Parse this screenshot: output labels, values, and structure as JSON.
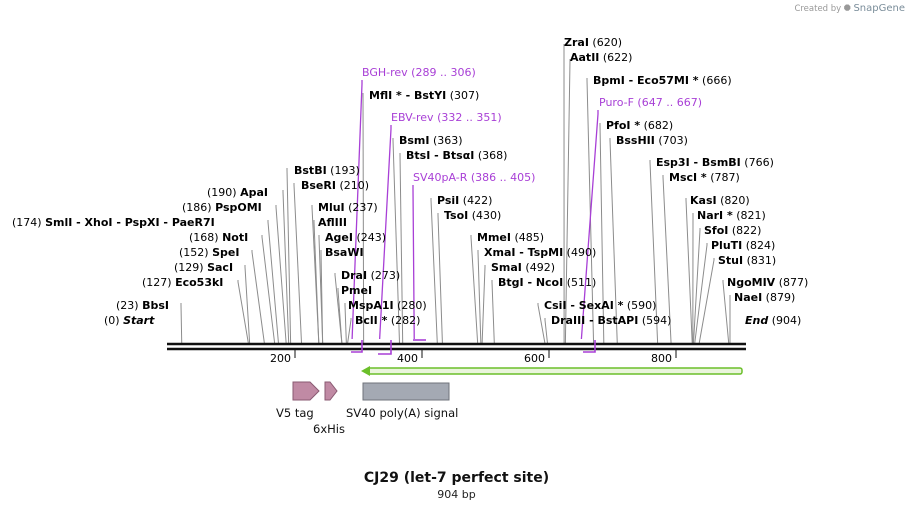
{
  "credit": {
    "prefix": "Created by",
    "brand": "SnapGene"
  },
  "plasmid": {
    "name": "CJ29 (let-7 perfect site)",
    "length_label": "904 bp",
    "length": 904
  },
  "ruler": {
    "ticks": [
      "200",
      "400",
      "600",
      "800"
    ]
  },
  "sites": [
    {
      "text": "(0)  ",
      "name": "Start",
      "em": "i",
      "value": 0
    },
    {
      "text": "(23)  ",
      "name": "BbsI",
      "value": 23
    },
    {
      "text": "(127)  ",
      "name": "Eco53kI",
      "value": 127
    },
    {
      "text": "(129)  ",
      "name": "SacI",
      "value": 129
    },
    {
      "text": "(152)  ",
      "name": "SpeI",
      "value": 152
    },
    {
      "text": "(168)  ",
      "name": "NotI",
      "value": 168
    },
    {
      "text": "(174)  ",
      "name": "SmlI  - XhoI  - PspXI  - PaeR7I",
      "value": 174
    },
    {
      "text": "(186)  ",
      "name": "PspOMI",
      "value": 186
    },
    {
      "text": "(190)  ",
      "name": "ApaI",
      "value": 190
    },
    {
      "name": "BstBI",
      "after": "  (193)",
      "value": 193
    },
    {
      "name": "BseRI",
      "after": "  (210)",
      "value": 210
    },
    {
      "name": "MluI",
      "after": "  (237)",
      "value": 237
    },
    {
      "name": "AflIII",
      "value": 237
    },
    {
      "name": "AgeI",
      "after": "  (243)",
      "value": 243
    },
    {
      "name": "BsaWI",
      "value": 243
    },
    {
      "name": "DraI",
      "after": "  (273)",
      "value": 273
    },
    {
      "name": "PmeI",
      "value": 273
    },
    {
      "name": "MspA1I",
      "after": "  (280)",
      "value": 280
    },
    {
      "name": "BclI *",
      "after": "  (282)",
      "value": 282
    },
    {
      "name": "MflI *  - BstYI",
      "after": "  (307)",
      "value": 307
    },
    {
      "name": "BsmI",
      "after": "  (363)",
      "value": 363
    },
    {
      "name": "BtsI  - BtsαI",
      "after": "  (368)",
      "value": 368
    },
    {
      "name": "PsiI",
      "after": "  (422)",
      "value": 422
    },
    {
      "name": "TsoI",
      "after": "  (430)",
      "value": 430
    },
    {
      "name": "MmeI",
      "after": "  (485)",
      "value": 485
    },
    {
      "name": "XmaI  - TspMI",
      "after": "  (490)",
      "value": 490
    },
    {
      "name": "SmaI",
      "after": "  (492)",
      "value": 492
    },
    {
      "name": "BtgI  - NcoI",
      "after": "  (511)",
      "value": 511
    },
    {
      "name": "CsiI  - SexAI *",
      "after": "  (590)",
      "value": 590
    },
    {
      "name": "DraIII  - BstAPI",
      "after": "  (594)",
      "value": 594
    },
    {
      "name": "ZraI",
      "after": "  (620)",
      "value": 620
    },
    {
      "name": "AatII",
      "after": "  (622)",
      "value": 622
    },
    {
      "name": "BpmI  - Eco57MI *",
      "after": "  (666)",
      "value": 666
    },
    {
      "name": "PfoI *",
      "after": "  (682)",
      "value": 682
    },
    {
      "name": "BssHII",
      "after": "  (703)",
      "value": 703
    },
    {
      "name": "Esp3I  - BsmBI",
      "after": "  (766)",
      "value": 766
    },
    {
      "name": "MscI *",
      "after": "  (787)",
      "value": 787
    },
    {
      "name": "KasI",
      "after": "  (820)",
      "value": 820
    },
    {
      "name": "NarI *",
      "after": "  (821)",
      "value": 821
    },
    {
      "name": "SfoI",
      "after": "  (822)",
      "value": 822
    },
    {
      "name": "PluTI",
      "after": "  (824)",
      "value": 824
    },
    {
      "name": "StuI",
      "after": "  (831)",
      "value": 831
    },
    {
      "name": "NgoMIV",
      "after": "  (877)",
      "value": 877
    },
    {
      "name": "NaeI",
      "after": "  (879)",
      "value": 879
    },
    {
      "name": "End",
      "em": "i",
      "after": "  (904)",
      "value": 904
    }
  ],
  "primers": [
    {
      "name": "BGH-rev",
      "range": "   (289 .. 306)",
      "value": 289
    },
    {
      "name": "EBV-rev",
      "range": "   (332 .. 351)",
      "value": 332
    },
    {
      "name": "SV40pA-R",
      "range": "   (386 .. 405)",
      "value": 386
    },
    {
      "name": "Puro-F",
      "range": "   (647 .. 667)",
      "value": 647
    }
  ],
  "features": [
    {
      "name": "V5 tag"
    },
    {
      "name": "6xHis"
    },
    {
      "name": "SV40 poly(A) signal"
    }
  ],
  "colors": {
    "primer": "#a83fd6",
    "feature_arrow": "#c08aa4",
    "polyA": "#a4a9b3",
    "orf": "#6bbf2a",
    "orf_fill": "#eaf5dc"
  }
}
